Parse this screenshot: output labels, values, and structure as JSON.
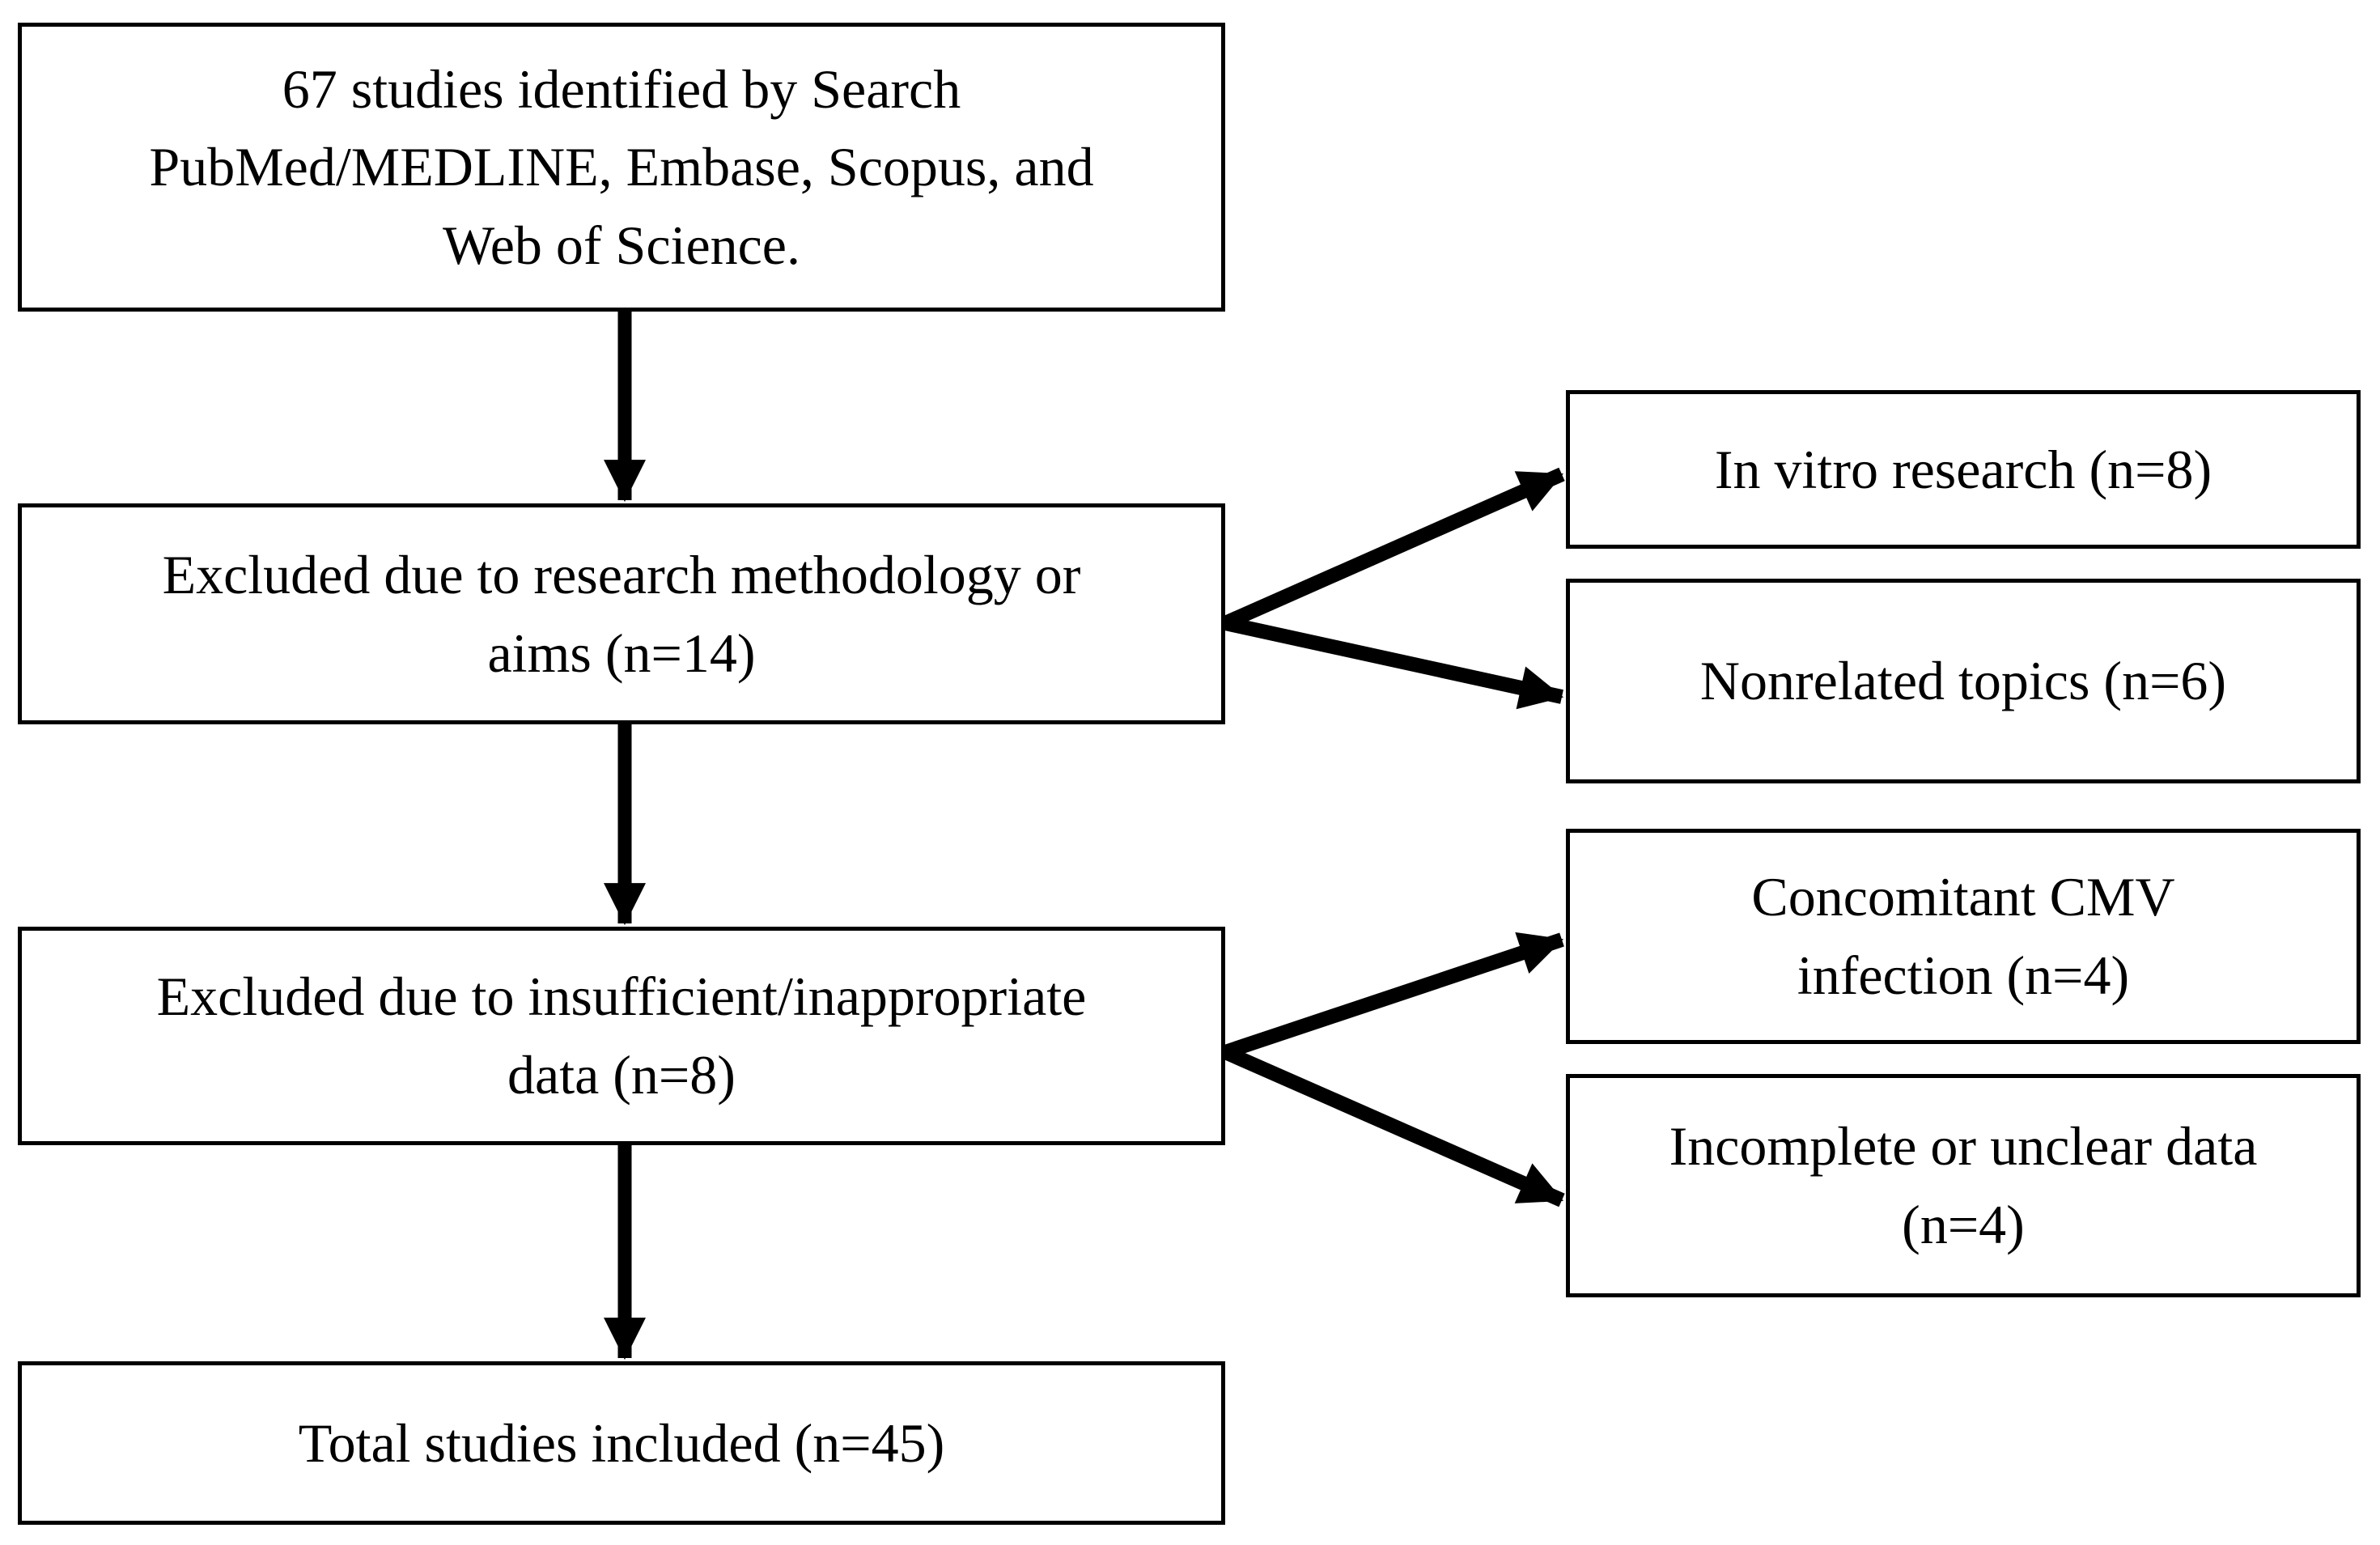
{
  "figure": {
    "type": "study-selection-flowchart",
    "background_color": "#ffffff",
    "ink_color": "#000000",
    "nodes": {
      "identified": "67 studies identified by Search\nPubMed/MEDLINE, Embase, Scopus, and\nWeb of Science.",
      "excluded_methodology": "Excluded due to research methodology or\naims (n=14)",
      "in_vitro": "In vitro research (n=8)",
      "nonrelated": "Nonrelated topics (n=6)",
      "excluded_data": "Excluded due to insufficient/inappropriate\ndata (n=8)",
      "cmv_infection": "Concomitant CMV\ninfection (n=4)",
      "incomplete_data": "Incomplete or unclear data\n(n=4)",
      "total_included": "Total studies included (n=45)"
    },
    "edges": [
      {
        "from": "identified",
        "to": "excluded_methodology"
      },
      {
        "from": "excluded_methodology",
        "to": "in_vitro"
      },
      {
        "from": "excluded_methodology",
        "to": "nonrelated"
      },
      {
        "from": "excluded_methodology",
        "to": "excluded_data"
      },
      {
        "from": "excluded_data",
        "to": "cmv_infection"
      },
      {
        "from": "excluded_data",
        "to": "incomplete_data"
      },
      {
        "from": "excluded_data",
        "to": "total_included"
      }
    ],
    "counts": {
      "identified": 67,
      "excluded_methodology": 14,
      "in_vitro": 8,
      "nonrelated": 6,
      "excluded_data": 8,
      "cmv_infection": 4,
      "incomplete_data": 4,
      "total_included": 45
    }
  }
}
